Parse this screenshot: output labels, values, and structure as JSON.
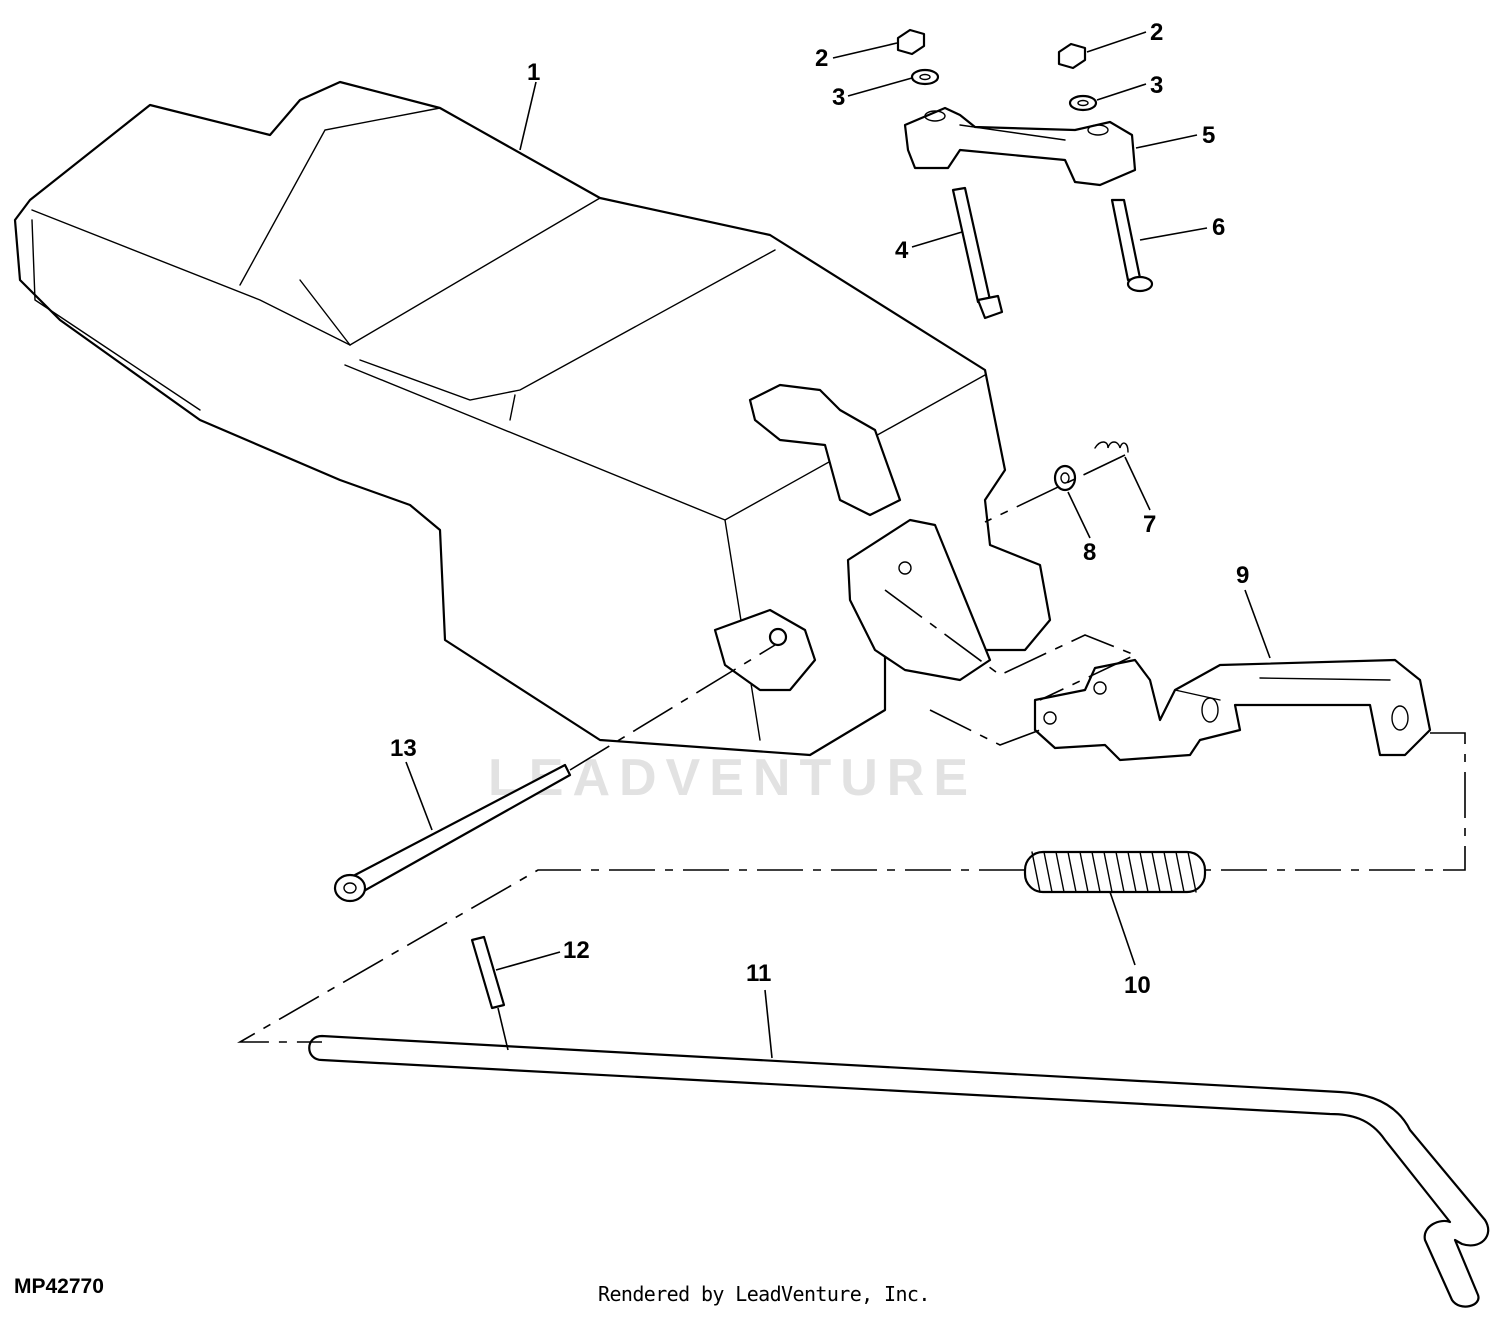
{
  "figure": {
    "id": "MP42770",
    "credit": "Rendered by LeadVenture, Inc.",
    "watermark": "LEADVENTURE"
  },
  "callouts": [
    {
      "key": "c1",
      "label": "1"
    },
    {
      "key": "c2a",
      "label": "2"
    },
    {
      "key": "c2b",
      "label": "2"
    },
    {
      "key": "c3a",
      "label": "3"
    },
    {
      "key": "c3b",
      "label": "3"
    },
    {
      "key": "c4",
      "label": "4"
    },
    {
      "key": "c5",
      "label": "5"
    },
    {
      "key": "c6",
      "label": "6"
    },
    {
      "key": "c7",
      "label": "7"
    },
    {
      "key": "c8",
      "label": "8"
    },
    {
      "key": "c9",
      "label": "9"
    },
    {
      "key": "c10",
      "label": "10"
    },
    {
      "key": "c11",
      "label": "11"
    },
    {
      "key": "c12",
      "label": "12"
    },
    {
      "key": "c13",
      "label": "13"
    }
  ],
  "colors": {
    "ink": "#000000",
    "paper": "#ffffff",
    "watermark": "#e2e2e2"
  }
}
